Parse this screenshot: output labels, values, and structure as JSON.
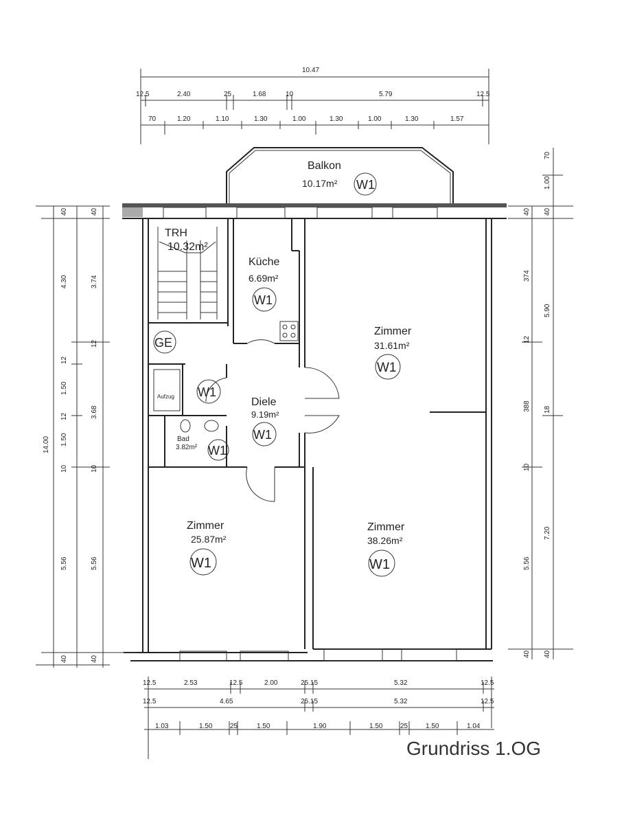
{
  "plan": {
    "caption": "Grundriss 1.OG",
    "rooms": {
      "balkon": {
        "name": "Balkon",
        "area": "10.17m²",
        "tag": "W1"
      },
      "trh": {
        "name": "TRH",
        "area": "10.32m²"
      },
      "kueche": {
        "name": "Küche",
        "area": "6.69m²",
        "tag": "W1"
      },
      "zimmer_ne": {
        "name": "Zimmer",
        "area": "31.61m²",
        "tag": "W1"
      },
      "ge": {
        "tag": "GE"
      },
      "aufzug": {
        "name": "Aufzug",
        "tag": "W1"
      },
      "diele": {
        "name": "Diele",
        "area": "9.19m²",
        "tag": "W1"
      },
      "bad": {
        "name": "Bad",
        "area": "3.82m²",
        "tag": "W1"
      },
      "zimmer_sw": {
        "name": "Zimmer",
        "area": "25.87m²",
        "tag": "W1"
      },
      "zimmer_se": {
        "name": "Zimmer",
        "area": "38.26m²",
        "tag": "W1"
      }
    },
    "dims_top": {
      "row1": [
        "10.47"
      ],
      "row2": [
        "12.5",
        "2.40",
        "25",
        "1.68",
        "10",
        "5.79",
        "12.5"
      ],
      "row3": [
        "70",
        "1.20",
        "1.10",
        "1.30",
        "1.00",
        "1.30",
        "1.00",
        "1.30",
        "1.57"
      ]
    },
    "dims_left": {
      "outer": [
        "40",
        "14.00",
        "40"
      ],
      "inner1": [
        "40",
        "4.30",
        "12",
        "1.50",
        "12",
        "1.50",
        "10",
        "5.56",
        "40"
      ],
      "inner2": [
        "40",
        "3.74",
        "12",
        "3.68",
        "10",
        "5.56",
        "40"
      ]
    },
    "dims_right": {
      "inner1": [
        "40",
        "374",
        "12",
        "388",
        "10",
        "5.56",
        "40"
      ],
      "inner2": [
        "70",
        "1.00",
        "40",
        "5.90",
        "18",
        "7.20",
        "40"
      ]
    },
    "dims_bottom": {
      "row1": [
        "12.5",
        "2.53",
        "12.5",
        "2.00",
        "25.15",
        "5.32",
        "12.5"
      ],
      "row2": [
        "12.5",
        "4.65",
        "25.15",
        "5.32",
        "12.5"
      ],
      "row3": [
        "1.03",
        "1.50",
        "25",
        "1.50",
        "1.90",
        "1.50",
        "25",
        "1.50",
        "1.04"
      ]
    }
  }
}
